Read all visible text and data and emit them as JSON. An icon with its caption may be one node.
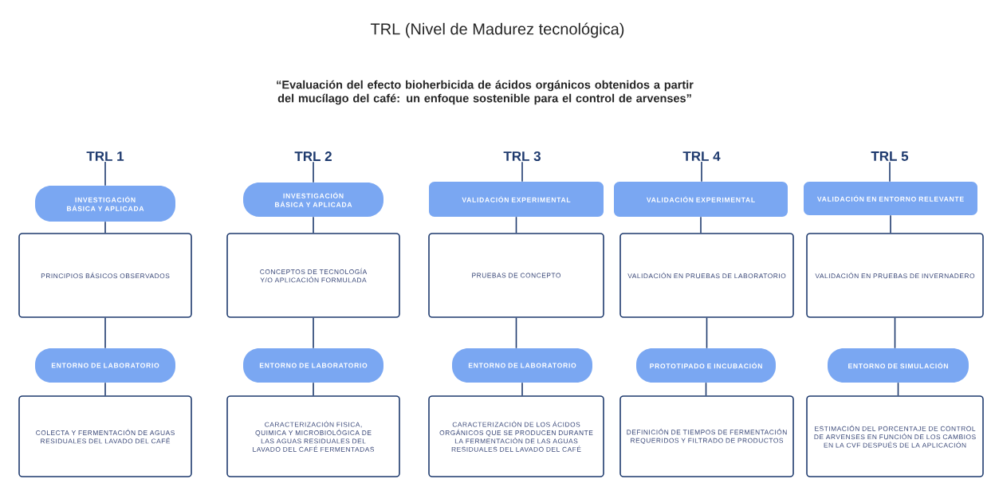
{
  "diagram": {
    "title": "TRL (Nivel de Madurez tecnológica)",
    "labels": [
      "“Evaluación del efecto bioherbicida de ácidos orgánicos obtenidos a partir del mucílago del café: un enfoque sostenible para el control de arvenses”"
    ],
    "nodes": [
      {
        "text": [
          "TRL 1"
        ]
      },
      {
        "text": [
          "INVESTIGACIÓN BÁSICA Y APLICADA"
        ]
      },
      {
        "text": [
          "PRINCIPIOS BÁSICOS OBSERVADOS"
        ]
      },
      {
        "text": [
          "ENTORNO DE LABORATORIO"
        ]
      },
      {
        "text": [
          "COLECTA Y FERMENTACIÓN DE AGUAS RESIDUALES DEL LAVADO DEL CAFÉ"
        ]
      },
      {
        "text": [
          "TRL 2"
        ]
      },
      {
        "text": [
          "INVESTIGACIÓN BÁSICA Y APLICADA"
        ]
      },
      {
        "text": [
          "CONCEPTOS DE TECNOLOGÍA Y/O APLICACIÓN FORMULADA"
        ]
      },
      {
        "text": [
          "ENTORNO DE LABORATORIO"
        ]
      },
      {
        "text": [
          "CARACTERIZACIÓN FISICA, QUIMICA Y MICROBIOLÓGICA DE LAS AGUAS RESIDUALES DEL LAVADO DEL CAFÉ FERMENTADAS"
        ]
      },
      {
        "text": [
          "TRL 3"
        ]
      },
      {
        "text": [
          "VALIDACIÓN EXPERIMENTAL"
        ]
      },
      {
        "text": [
          "PRUEBAS DE CONCEPTO"
        ]
      },
      {
        "text": [
          "ENTORNO DE LABORATORIO"
        ]
      },
      {
        "text": [
          "CARACTERIZACIÓN DE LOS ÁCIDOS ORGÁNICOS QUE SE PRODUCEN DURANTE LA FERMENTACIÓN DE LAS AGUAS RESIDUALES DEL LAVADO DEL CAFÉ"
        ]
      },
      {
        "text": [
          "TRL 4"
        ]
      },
      {
        "text": [
          "VALIDACIÓN EXPERIMENTAL"
        ]
      },
      {
        "text": [
          "VALIDACIÓN EN PRUEBAS DE LABORATORIO"
        ]
      },
      {
        "text": [
          "PROTOTIPADO E INCUBACIÓN"
        ]
      },
      {
        "text": [
          "DEFINICIÓN DE TIEMPOS DE FERMENTACIÓN REQUERIDOS Y FILTRADO DE PRODUCTOS"
        ]
      },
      {
        "text": [
          "TRL 5"
        ]
      },
      {
        "text": [
          "VALIDACIÓN EN ENTORNO RELEVANTE"
        ]
      },
      {
        "text": [
          "VALIDACIÓN EN PRUEBAS DE INVERNADERO"
        ]
      },
      {
        "text": [
          "ENTORNO DE SIMULACIÓN"
        ]
      },
      {
        "text": [
          "ESTIMACIÓN DEL PORCENTAJE DE CONTROL DE ARVENSES EN FUNCIÓN DE LOS CAMBIOS EN LA CVF DESPUÉS DE LA APLICACIÓN"
        ]
      }
    ],
    "edges": [
      {
        "from": 0,
        "to": 1,
        "arrow": "none"
      },
      {
        "from": 1,
        "to": 2,
        "arrow": "none"
      },
      {
        "from": 2,
        "to": 3,
        "arrow": "none"
      },
      {
        "from": 3,
        "to": 4,
        "arrow": "none"
      },
      {
        "from": 5,
        "to": 6,
        "arrow": "none"
      },
      {
        "from": 6,
        "to": 7,
        "arrow": "none"
      },
      {
        "from": 7,
        "to": 8,
        "arrow": "none"
      },
      {
        "from": 8,
        "to": 9,
        "arrow": "none"
      },
      {
        "from": 10,
        "to": 11,
        "arrow": "none"
      },
      {
        "from": 11,
        "to": 12,
        "arrow": "none"
      },
      {
        "from": 12,
        "to": 13,
        "arrow": "none"
      },
      {
        "from": 13,
        "to": 14,
        "arrow": "none"
      },
      {
        "from": 15,
        "to": 16,
        "arrow": "none"
      },
      {
        "from": 16,
        "to": 17,
        "arrow": "none"
      },
      {
        "from": 17,
        "to": 18,
        "arrow": "none"
      },
      {
        "from": 18,
        "to": 19,
        "arrow": "none"
      },
      {
        "from": 20,
        "to": 21,
        "arrow": "none"
      },
      {
        "from": 21,
        "to": 22,
        "arrow": "none"
      },
      {
        "from": 22,
        "to": 23,
        "arrow": "none"
      },
      {
        "from": 23,
        "to": 24,
        "arrow": "none"
      }
    ]
  }
}
